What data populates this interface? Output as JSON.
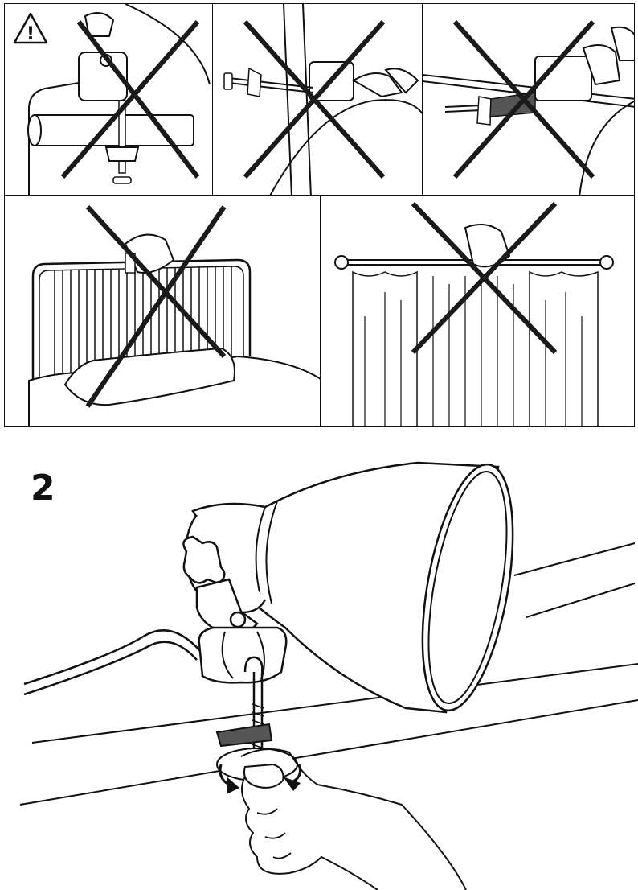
{
  "warning": {
    "icon": "warning-triangle-icon",
    "symbol": "!"
  },
  "prohibited_panels": [
    {
      "id": "panel-tube-clamp",
      "meaning": "prohibited"
    },
    {
      "id": "panel-vertical-pole",
      "meaning": "prohibited"
    },
    {
      "id": "panel-thin-rail",
      "meaning": "prohibited"
    },
    {
      "id": "panel-headboard",
      "meaning": "prohibited"
    },
    {
      "id": "panel-curtain-rod",
      "meaning": "prohibited"
    }
  ],
  "step": {
    "number": "2"
  },
  "colors": {
    "ink": "#111111",
    "cross": "#1a1a1a",
    "shade": "#555555",
    "paper": "#ffffff"
  }
}
